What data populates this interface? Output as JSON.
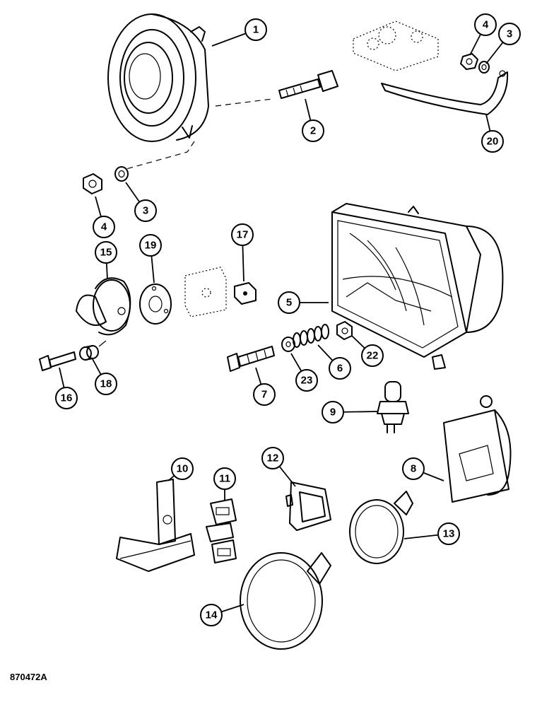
{
  "drawing_code": "870472A",
  "callouts": [
    {
      "label": "1"
    },
    {
      "label": "2"
    },
    {
      "label": "4"
    },
    {
      "label": "3"
    },
    {
      "label": "20"
    },
    {
      "label": "4"
    },
    {
      "label": "3"
    },
    {
      "label": "15"
    },
    {
      "label": "19"
    },
    {
      "label": "17"
    },
    {
      "label": "5"
    },
    {
      "label": "22"
    },
    {
      "label": "6"
    },
    {
      "label": "23"
    },
    {
      "label": "7"
    },
    {
      "label": "16"
    },
    {
      "label": "18"
    },
    {
      "label": "9"
    },
    {
      "label": "8"
    },
    {
      "label": "10"
    },
    {
      "label": "11"
    },
    {
      "label": "12"
    },
    {
      "label": "13"
    },
    {
      "label": "14"
    }
  ]
}
